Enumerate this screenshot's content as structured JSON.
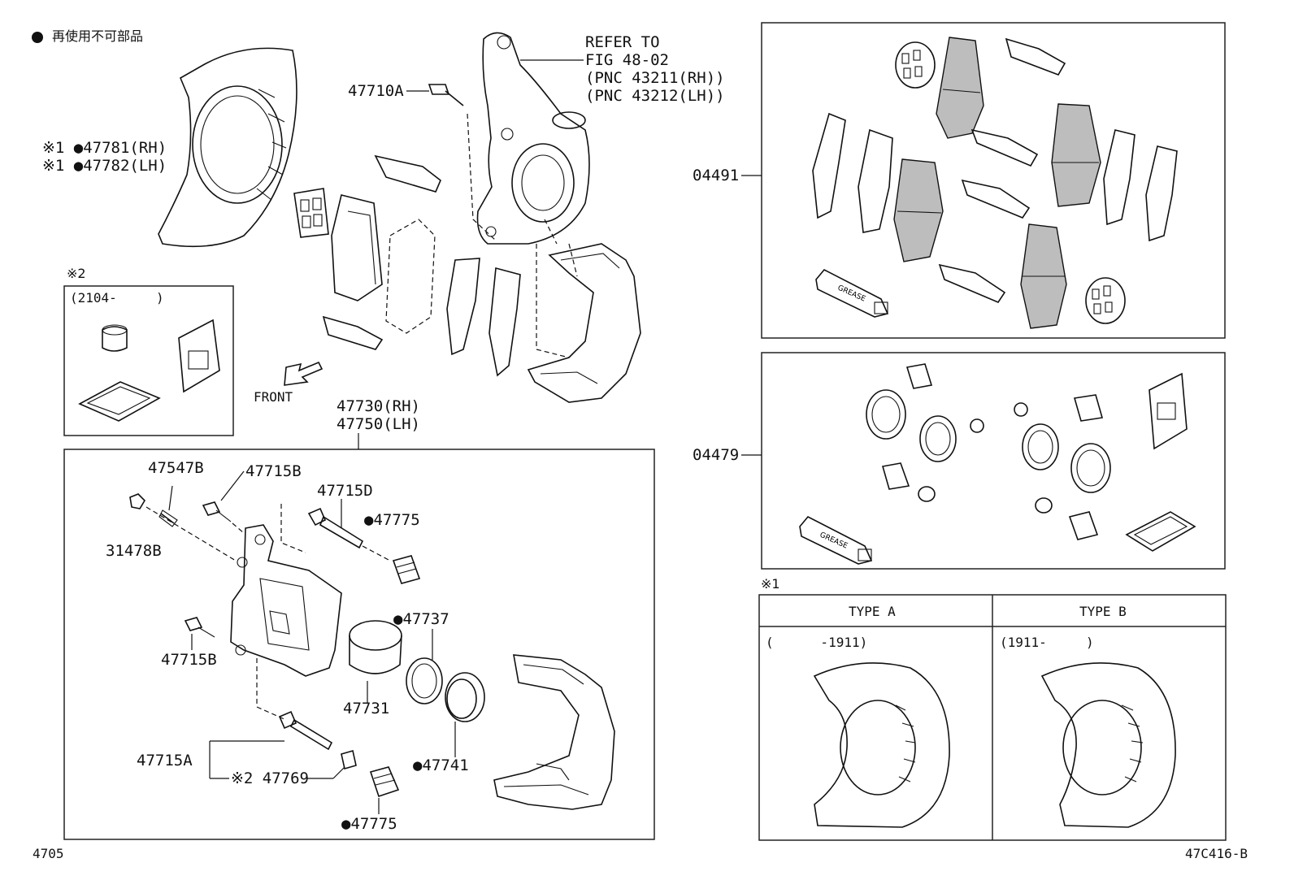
{
  "legend": {
    "marker": "●",
    "text": "再使用不可部品"
  },
  "note2_mark": "※2",
  "note1_mark": "※1",
  "note2_box": {
    "period": "(2104-     )"
  },
  "refer": {
    "line1": "REFER TO",
    "line2": "FIG 48-02",
    "line3": "(PNC 43211(RH))",
    "line4": "(PNC 43212(LH))"
  },
  "labels": {
    "p47710A": "47710A",
    "p47781": "※1 ●47781(RH)",
    "p47782": "※1 ●47782(LH)",
    "front": "FRONT",
    "p47730": "47730(RH)",
    "p47750": "47750(LH)",
    "p47547B": "47547B",
    "p47715B_top": "47715B",
    "p47715D": "47715D",
    "p47775_top": "●47775",
    "p31478B": "31478B",
    "p47737": "●47737",
    "p47715B_bot": "47715B",
    "p47731": "47731",
    "p47741": "●47741",
    "p47715A": "47715A",
    "p47769": "※2 47769",
    "p47775_bot": "●47775",
    "p04491": "04491",
    "p04479": "04479",
    "grease": "GREASE"
  },
  "types": {
    "a_title": "TYPE A",
    "b_title": "TYPE B",
    "a_period": "(      -1911)",
    "b_period": "(1911-     )"
  },
  "footer": {
    "left": "4705",
    "right": "47C416-B"
  }
}
